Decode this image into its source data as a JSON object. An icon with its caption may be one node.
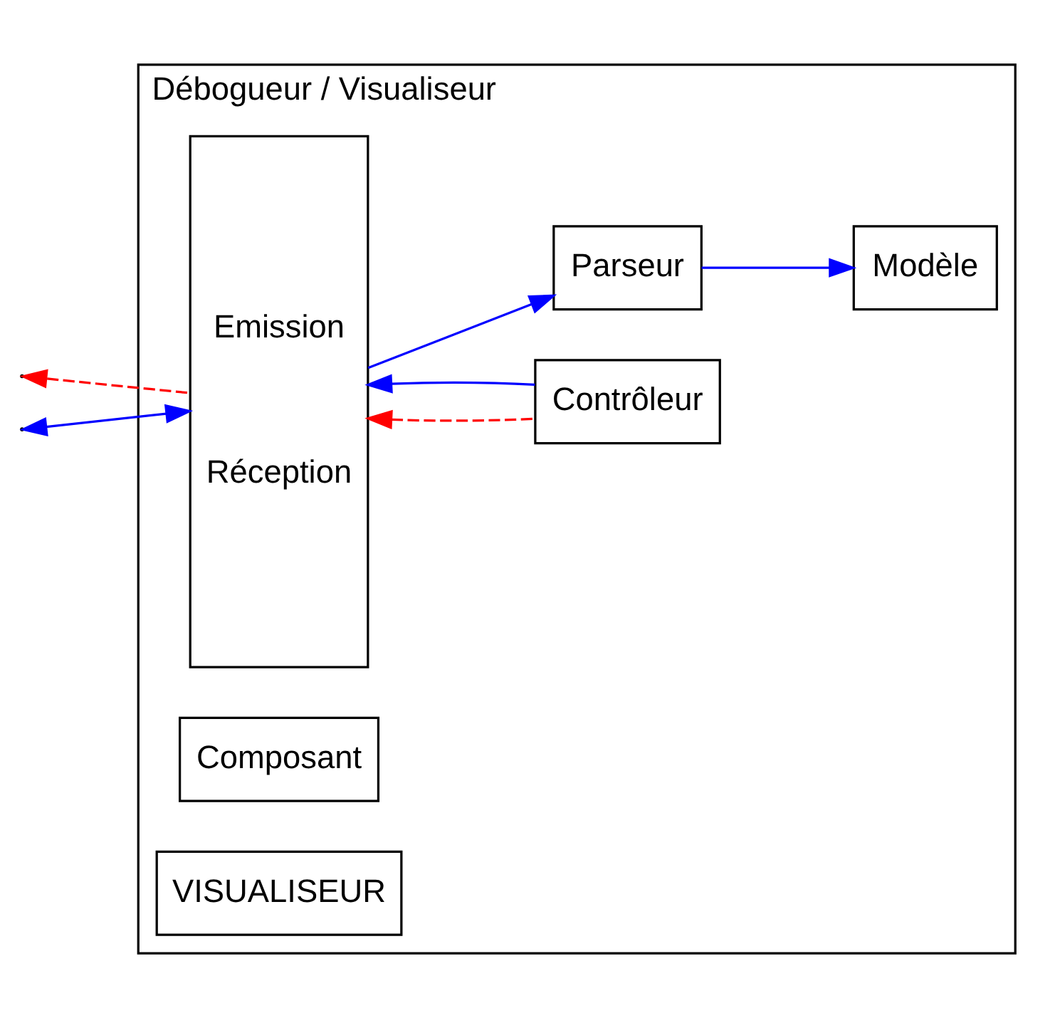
{
  "diagram": {
    "nodes": [
      {
        "text": [
          "Débogueur / Visualiseur"
        ]
      },
      {
        "text": [
          "Emission",
          "Réception"
        ],
        "in": 0
      },
      {
        "text": [
          "Contrôleur"
        ],
        "in": 0
      },
      {
        "text": [
          "Composant"
        ],
        "in": 0
      },
      {
        "text": [
          "VISUALISEUR"
        ],
        "in": 0
      },
      {
        "text": [
          "Modèle"
        ],
        "in": 0
      },
      {
        "text": [
          "Parseur"
        ],
        "in": 0
      }
    ],
    "edges": [
      {
        "from": 1,
        "to": null,
        "arrow": "to",
        "style": "dashed",
        "color": "#ff0000"
      },
      {
        "from": 2,
        "to": 1,
        "arrow": "to",
        "style": "dashed",
        "color": "#ff0000"
      },
      {
        "from": null,
        "to": 1,
        "arrow": "both"
      },
      {
        "from": 2,
        "to": 1,
        "arrow": "to"
      },
      {
        "from": 1,
        "to": 6,
        "arrow": "to"
      },
      {
        "from": 6,
        "to": 5,
        "arrow": "to"
      }
    ]
  }
}
